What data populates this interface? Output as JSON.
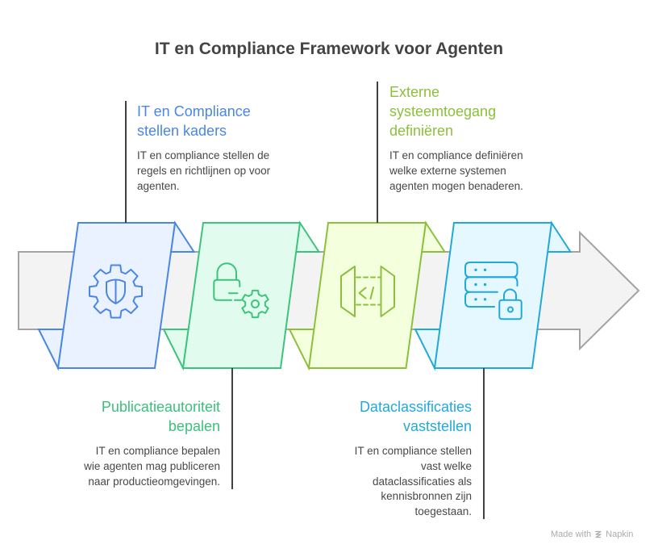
{
  "title": "IT en Compliance Framework voor Agenten",
  "steps": [
    {
      "heading": [
        "IT en Compliance",
        "stellen kaders"
      ],
      "description": [
        "IT en compliance stellen de",
        "regels en richtlijnen op voor",
        "agenten."
      ],
      "icon": "gear-shield-icon",
      "color": "#4a86e4",
      "fill": "#ebf2ff",
      "label_position": "top"
    },
    {
      "heading": [
        "Publicatieautoriteit",
        "bepalen"
      ],
      "description": [
        "IT en compliance bepalen",
        "wie agenten mag publiceren",
        "naar productieomgevingen."
      ],
      "icon": "lock-gear-icon",
      "color": "#3dc47c",
      "fill": "#e1fcee",
      "label_position": "bottom"
    },
    {
      "heading": [
        "Externe",
        "systeemtoegang",
        "definiëren"
      ],
      "description": [
        "IT en compliance definiëren",
        "welke externe systemen",
        "agenten mogen benaderen."
      ],
      "icon": "api-code-icon",
      "color": "#8cc03c",
      "fill": "#f3ffdd",
      "label_position": "top"
    },
    {
      "heading": [
        "Dataclassificaties",
        "vaststellen"
      ],
      "description": [
        "IT en compliance stellen",
        "vast welke",
        "dataclassificaties als",
        "kennisbronnen zijn",
        "toegestaan."
      ],
      "icon": "server-lock-icon",
      "color": "#22a9d8",
      "fill": "#e6f8ff",
      "label_position": "bottom"
    }
  ],
  "arrow": {
    "fill": "#f3f3f3",
    "stroke": "#a3a3a3"
  },
  "watermark": {
    "prefix": "Made with",
    "brand": "Napkin"
  }
}
